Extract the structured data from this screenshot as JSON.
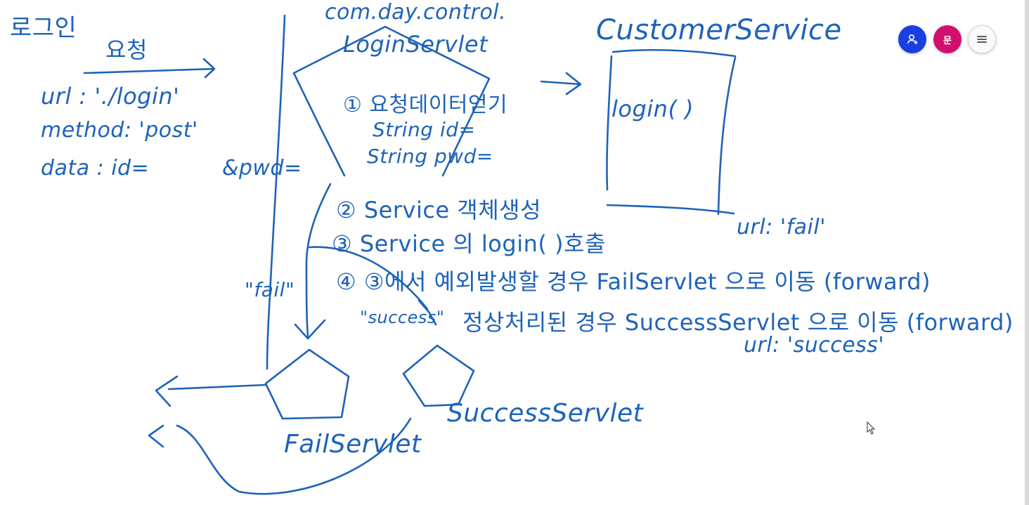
{
  "toolbar": {
    "avatar_initial": "문",
    "user_icon": "add-user-icon",
    "menu_icon": "hamburger-menu-icon"
  },
  "colors": {
    "ink": "#1e63b8",
    "user_button": "#1a3fe0",
    "avatar_button": "#d0106e"
  },
  "notes": {
    "login_title": "로그인",
    "request_label": "요청",
    "url_line": "url : './login'",
    "method_line": "method: 'post'",
    "data_line": "data : id=",
    "pwd_param": "&pwd=",
    "package_name": "com.day.control.",
    "login_servlet": "LoginServlet",
    "step1": "① 요청데이터얻기",
    "string_id": "String id=",
    "string_pwd": "String pwd=",
    "customer_service": "CustomerService",
    "login_method": "login(       )",
    "step2": "② Service 객체생성",
    "step3": "③ Service 의 login(    )호출",
    "url_fail": "url: 'fail'",
    "fail_quote": "\"fail\"",
    "step4a": "④ ③에서 예외발생할 경우   FailServlet 으로 이동 (forward)",
    "success_quote": "\"success\"",
    "step4b": "정상처리된 경우   SuccessServlet 으로 이동 (forward)",
    "url_success": "url: 'success'",
    "success_servlet": "SuccessServlet",
    "fail_servlet": "FailServlet"
  }
}
